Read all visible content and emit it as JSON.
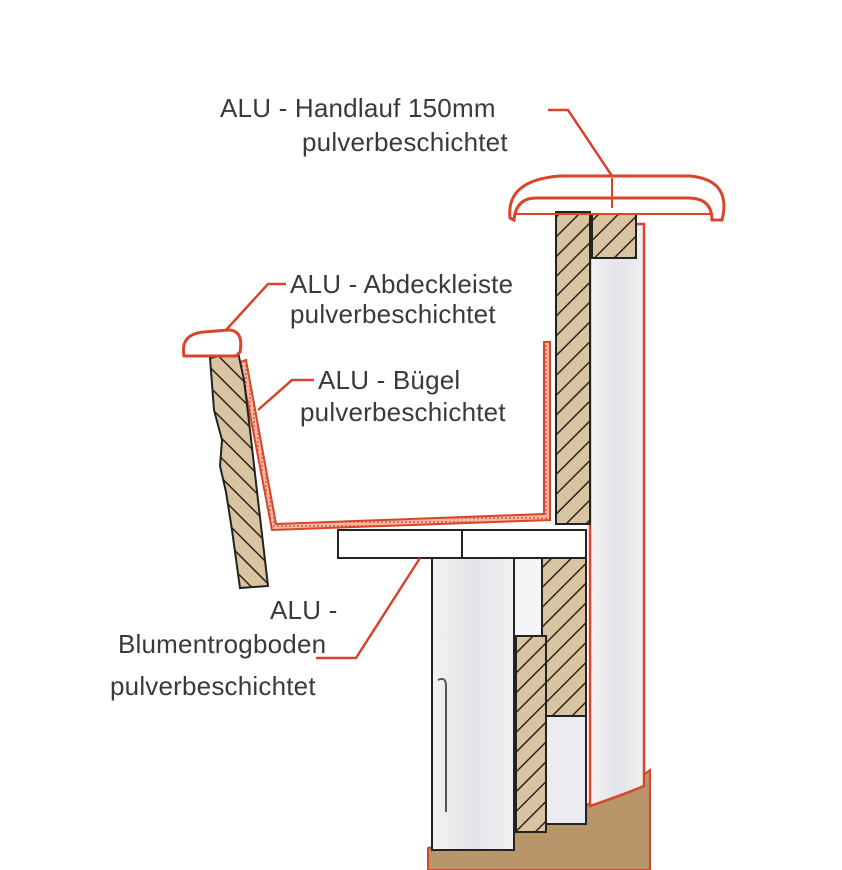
{
  "labels": {
    "handlauf": {
      "line1": "ALU - Handlauf 150mm",
      "line2": "pulverbeschichtet"
    },
    "abdeckleiste": {
      "line1": "ALU - Abdeckleiste",
      "line2": "pulverbeschichtet"
    },
    "buegel": {
      "line1": "ALU - Bügel",
      "line2": "pulverbeschichtet"
    },
    "blumentrogboden": {
      "line1": "ALU -",
      "line2": "Blumentrogboden",
      "line3": "pulverbeschichtet"
    }
  },
  "colors": {
    "aluminium_outline": "#d9452a",
    "wood": "#d8c4a1",
    "wood_hatch": "#2f2419",
    "panel": "#e9e9ec",
    "text": "#3a3a3a",
    "ground": "#b9956a"
  }
}
